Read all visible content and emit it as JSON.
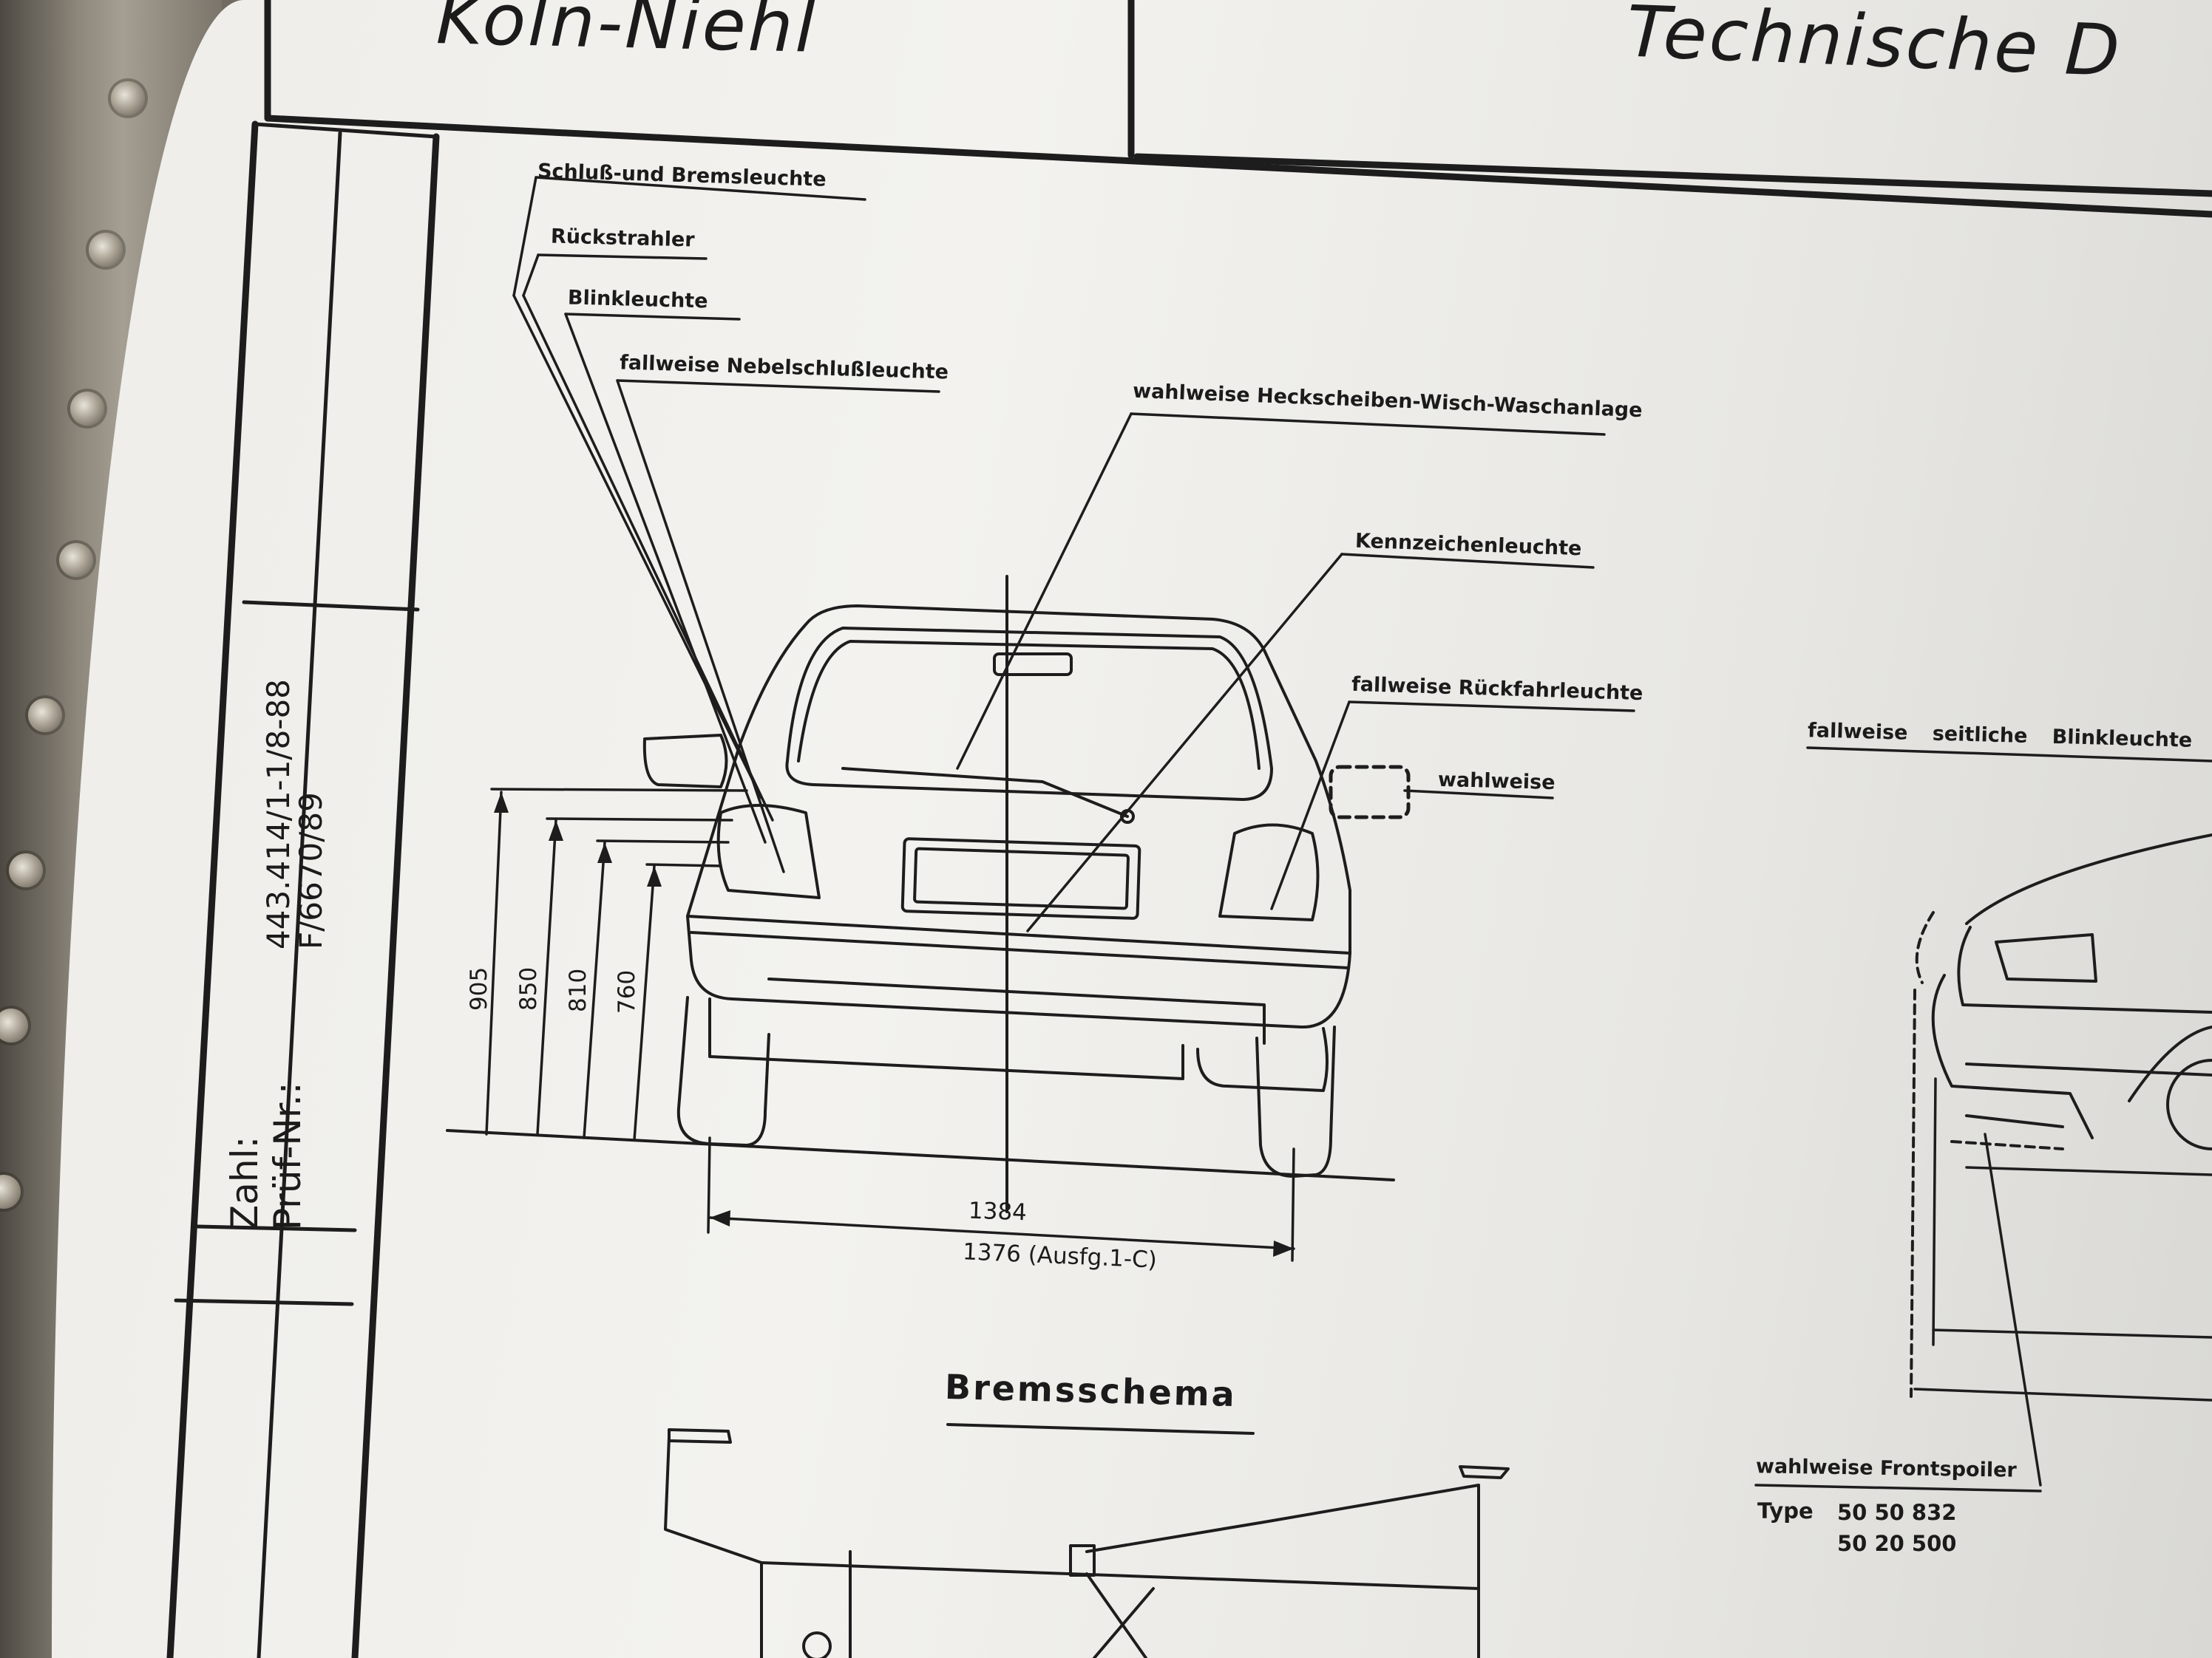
{
  "header": {
    "location": "Köln-Niehl",
    "document_title": "Technische D"
  },
  "side_block": {
    "zahl_label": "Zahl:",
    "zahl_value": "443.414/1-1/8-88",
    "pruef_label": "Prüf-Nr.:",
    "pruef_value": "F/6670/89"
  },
  "rear_view": {
    "labels": {
      "tail_brake": "Schluß-und Bremsleuchte",
      "reflector": "Rückstrahler",
      "indicator": "Blinkleuchte",
      "fog": "fallweise Nebelschlußleuchte",
      "wiper": "wahlweise Heckscheiben-Wisch-Waschanlage",
      "plate_light": "Kennzeichenleuchte",
      "reverse": "fallweise Rückfahrleuchte",
      "optional_mirror": "wahlweise"
    },
    "heights": [
      "905",
      "850",
      "810",
      "760"
    ],
    "track_width": "1384",
    "track_width_alt": "1376 (Ausfg.1-C)"
  },
  "side_view": {
    "side_indicator": "fallweise seitliche Blinkleuchte",
    "spoiler": "wahlweise Frontspoiler",
    "type_label": "Type",
    "type_values": [
      "50 50 832",
      "50 20 500"
    ]
  },
  "brake_section": {
    "title": "Bremsschema"
  }
}
